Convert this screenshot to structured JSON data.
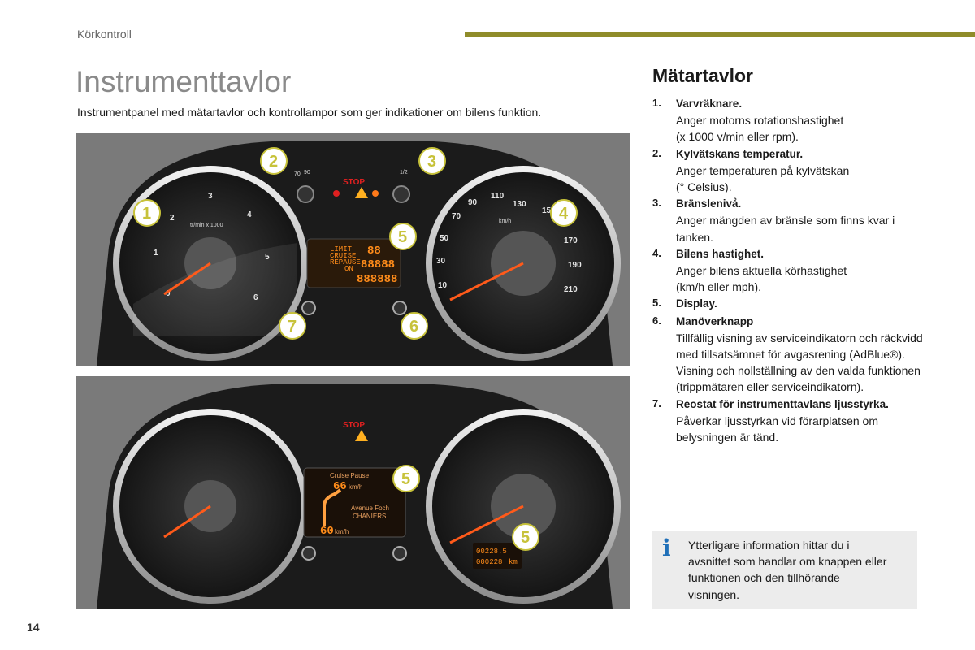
{
  "header": {
    "section": "Körkontroll"
  },
  "page_title": "Instrumenttavlor",
  "intro": "Instrumentpanel med mätartavlor och kontrollampor som ger indikationer om bilens funktion.",
  "figure1": {
    "callouts": [
      "2",
      "3",
      "1",
      "4",
      "5",
      "7",
      "6"
    ],
    "tach_ticks": [
      "0",
      "1",
      "2",
      "3",
      "4",
      "5",
      "6"
    ],
    "tach_unit": "tr/min x 1000",
    "speed_ticks": [
      "10",
      "30",
      "50",
      "70",
      "90",
      "110",
      "130",
      "150",
      "170",
      "190",
      "210"
    ],
    "speed_unit": "km/h",
    "temp_ticks": [
      "70",
      "90"
    ],
    "fuel_ticks": [
      "1/2"
    ],
    "stop_label": "STOP",
    "display": {
      "top": "88",
      "line1": "LIMIT",
      "line2": "CRUISE",
      "line3": "REPAUSE",
      "line4": "ON",
      "odo1": "88888",
      "odo2": "888888"
    }
  },
  "figure2": {
    "callouts": [
      "5",
      "5"
    ],
    "display": {
      "header": "Cruise Pause",
      "speed": "66",
      "speed_unit": "km/h",
      "street1": "Avenue Foch",
      "street2": "CHANIERS",
      "limit": "60",
      "limit_unit": "km/h"
    },
    "odo": {
      "trip": "00228.5",
      "total": "000228",
      "unit": "km"
    }
  },
  "right": {
    "title": "Mätartavlor",
    "items": [
      {
        "num": "1.",
        "head": "Varvräknare.",
        "desc": [
          "Anger motorns rotationshastighet",
          "(x 1000 v/min eller rpm)."
        ]
      },
      {
        "num": "2.",
        "head": "Kylvätskans temperatur.",
        "desc": [
          "Anger temperaturen på kylvätskan",
          "(° Celsius)."
        ]
      },
      {
        "num": "3.",
        "head": "Bränslenivå.",
        "desc": [
          "Anger mängden av bränsle som finns kvar i tanken."
        ]
      },
      {
        "num": "4.",
        "head": "Bilens hastighet.",
        "desc": [
          "Anger bilens aktuella körhastighet",
          "(km/h eller mph)."
        ]
      },
      {
        "num": "5.",
        "head": "Display.",
        "desc": []
      },
      {
        "num": "6.",
        "head": "Manöverknapp",
        "desc": [
          "Tillfällig visning av serviceindikatorn och räckvidd med tillsatsämnet för avgasrening (AdBlue®).",
          "Visning och nollställning av den valda funktionen (trippmätaren eller serviceindikatorn)."
        ]
      },
      {
        "num": "7.",
        "head": "Reostat för instrumenttavlans ljusstyrka.",
        "desc": [
          "Påverkar ljusstyrkan vid förarplatsen om belysningen är tänd."
        ]
      }
    ]
  },
  "info": {
    "icon": "info-icon",
    "text": "Ytterligare information hittar du i avsnittet som handlar om knappen eller funktionen och den tillhörande visningen."
  },
  "page_number": "14",
  "colors": {
    "accent": "#8f8c2a",
    "callout": "#c7c23a",
    "lcd": "#ff8c1a",
    "info_icon": "#1f6fb8"
  }
}
